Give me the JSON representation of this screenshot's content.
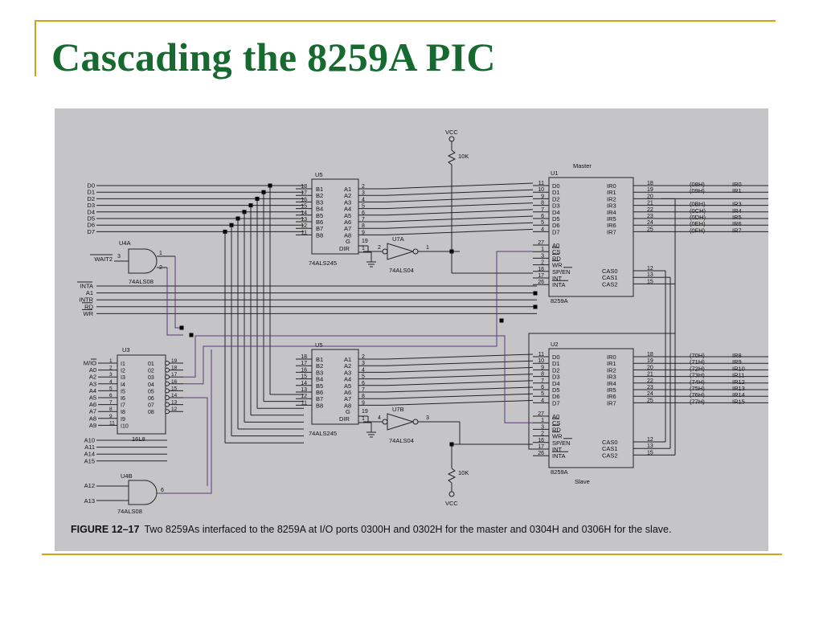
{
  "slide": {
    "title": "Cascading the 8259A PIC"
  },
  "colors": {
    "title": "#176a2f",
    "rule": "#d4a017",
    "figure_bg": "#c5c5c7",
    "wire": "#222222",
    "purple_wire": "#5a3a7a"
  },
  "figure": {
    "caption_label": "FIGURE 12–17",
    "caption_text": "Two 8259As interfaced to the 8259A at I/O ports 0300H and 0302H for the master and 0304H and 0306H for the slave.",
    "vcc_top": "VCC",
    "res_top": "10K",
    "vcc_bottom": "VCC",
    "res_bottom": "10K",
    "data_bus": [
      "D0",
      "D1",
      "D2",
      "D3",
      "D4",
      "D5",
      "D6",
      "D7"
    ],
    "u5": {
      "name": "U5",
      "part": "74ALS245",
      "left_pins": [
        "B1",
        "B2",
        "B3",
        "B4",
        "B5",
        "B6",
        "B7",
        "B8"
      ],
      "left_nums": [
        "18",
        "17",
        "16",
        "15",
        "14",
        "13",
        "12",
        "11"
      ],
      "right_pins": [
        "A1",
        "A2",
        "A3",
        "A4",
        "A5",
        "A6",
        "A7",
        "A8"
      ],
      "right_nums": [
        "2",
        "3",
        "4",
        "5",
        "6",
        "7",
        "8",
        "9"
      ],
      "g": "G",
      "dir": "DIR",
      "g_num": "19",
      "dir_num": "1"
    },
    "u5b": {
      "name": "U5",
      "part": "74ALS245",
      "left_pins": [
        "B1",
        "B2",
        "B3",
        "B4",
        "B5",
        "B6",
        "B7",
        "B8"
      ],
      "left_nums": [
        "18",
        "17",
        "16",
        "15",
        "14",
        "13",
        "12",
        "11"
      ],
      "right_pins": [
        "A1",
        "A2",
        "A3",
        "A4",
        "A5",
        "A6",
        "A7",
        "A8"
      ],
      "right_nums": [
        "2",
        "3",
        "4",
        "5",
        "6",
        "7",
        "8",
        "9"
      ],
      "g": "G",
      "dir": "DIR",
      "g_num": "19",
      "dir_num": "1"
    },
    "u7a": {
      "name": "U7A",
      "part": "74ALS04",
      "in": "2",
      "out": "1"
    },
    "u7b": {
      "name": "U7B",
      "part": "74ALS04",
      "in": "4",
      "out": "3"
    },
    "u4a": {
      "name": "U4A",
      "part": "74ALS08",
      "in1": "1",
      "in2": "2",
      "out": "3",
      "wait": "WAIT2"
    },
    "u4b": {
      "name": "U4B",
      "part": "74ALS08",
      "in1_label": "A12",
      "in2_label": "A13",
      "out": "6"
    },
    "control_lines": [
      "INTA",
      "A1",
      "INTR",
      "RD",
      "WR"
    ],
    "u3": {
      "name": "U3",
      "part": "16L8",
      "inputs": [
        "M/IO",
        "A0",
        "A2",
        "A3",
        "A4",
        "A5",
        "A6",
        "A7",
        "A8",
        "A9"
      ],
      "in_nums": [
        "1",
        "2",
        "3",
        "4",
        "5",
        "6",
        "7",
        "8",
        "9",
        "11"
      ],
      "in_pins": [
        "I1",
        "I2",
        "I3",
        "I4",
        "I5",
        "I6",
        "I7",
        "I8",
        "I9",
        "I10"
      ],
      "out_pins": [
        "01",
        "02",
        "03",
        "04",
        "05",
        "06",
        "07",
        "08"
      ],
      "out_nums": [
        "19",
        "18",
        "17",
        "16",
        "15",
        "14",
        "13",
        "12"
      ],
      "extra_inputs": [
        "A10",
        "A11",
        "A14",
        "A15"
      ]
    },
    "u1": {
      "name": "U1",
      "role": "Master",
      "part": "8259A",
      "d_pins": [
        "D0",
        "D1",
        "D2",
        "D3",
        "D4",
        "D5",
        "D6",
        "D7"
      ],
      "d_nums": [
        "11",
        "10",
        "9",
        "8",
        "7",
        "6",
        "5",
        "4"
      ],
      "ctrl_pins": [
        "A0",
        "CS",
        "RD",
        "WR",
        "SP/EN",
        "INT",
        "INTA"
      ],
      "ctrl_nums": [
        "27",
        "1",
        "3",
        "2",
        "16",
        "17",
        "26"
      ],
      "ir_pins": [
        "IR0",
        "IR1",
        "IR2",
        "IR3",
        "IR4",
        "IR5",
        "IR6",
        "IR7"
      ],
      "ir_nums": [
        "18",
        "19",
        "20",
        "21",
        "22",
        "23",
        "24",
        "25"
      ],
      "cas_pins": [
        "CAS0",
        "CAS1",
        "CAS2"
      ],
      "cas_nums": [
        "12",
        "13",
        "15"
      ],
      "vectors": [
        "(08H)",
        "(09H)",
        "",
        "(0BH)",
        "(0CH)",
        "(0DH)",
        "(0EH)",
        "(0FH)"
      ],
      "ir_labels": [
        "IR0",
        "IR1",
        "",
        "IR3",
        "IR4",
        "IR5",
        "IR6",
        "IR7"
      ]
    },
    "u2": {
      "name": "U2",
      "role": "Slave",
      "part": "8259A",
      "d_pins": [
        "D0",
        "D1",
        "D2",
        "D3",
        "D4",
        "D5",
        "D6",
        "D7"
      ],
      "d_nums": [
        "11",
        "10",
        "9",
        "8",
        "7",
        "6",
        "5",
        "4"
      ],
      "ctrl_pins": [
        "A0",
        "CS",
        "RD",
        "WR",
        "SP/EN",
        "INT",
        "INTA"
      ],
      "ctrl_nums": [
        "27",
        "1",
        "3",
        "2",
        "16",
        "17",
        "26"
      ],
      "ir_pins": [
        "IR0",
        "IR1",
        "IR2",
        "IR3",
        "IR4",
        "IR5",
        "IR6",
        "IR7"
      ],
      "ir_nums": [
        "18",
        "19",
        "20",
        "21",
        "22",
        "23",
        "24",
        "25"
      ],
      "cas_pins": [
        "CAS0",
        "CAS1",
        "CAS2"
      ],
      "cas_nums": [
        "12",
        "13",
        "15"
      ],
      "vectors": [
        "(70H)",
        "(71H)",
        "(72H)",
        "(73H)",
        "(74H)",
        "(75H)",
        "(76H)",
        "(77H)"
      ],
      "ir_labels": [
        "IR8",
        "IR9",
        "IR10",
        "IR11",
        "IR12",
        "IR13",
        "IR14",
        "IR15"
      ]
    }
  }
}
